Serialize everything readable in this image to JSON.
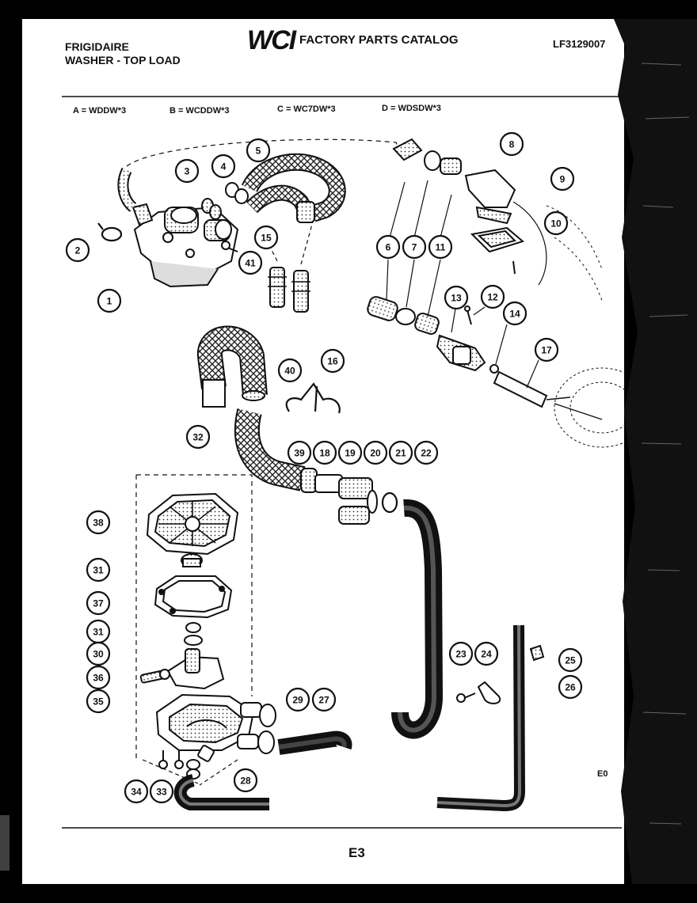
{
  "header": {
    "brand": "FRIGIDAIRE",
    "product": "WASHER - TOP LOAD",
    "logo_text": "WCI",
    "catalog_title": "FACTORY PARTS CATALOG",
    "catalog_number": "LF3129007"
  },
  "models": [
    {
      "label": "A = WDDW*3"
    },
    {
      "label": "B = WCDDW*3"
    },
    {
      "label": "C = WC7DW*3"
    },
    {
      "label": "D = WDSDW*3"
    }
  ],
  "callouts": [
    "1",
    "2",
    "3",
    "4",
    "5",
    "8",
    "9",
    "10",
    "15",
    "41",
    "6",
    "7",
    "11",
    "12",
    "13",
    "14",
    "17",
    "40",
    "16",
    "32",
    "38",
    "39",
    "18",
    "19",
    "20",
    "21",
    "22",
    "31",
    "37",
    "31",
    "30",
    "36",
    "35",
    "29",
    "27",
    "23",
    "24",
    "25",
    "26",
    "28",
    "34",
    "33"
  ],
  "footer": {
    "page_label": "E3",
    "edge_code": "E0"
  },
  "colors": {
    "paper": "#ffffff",
    "ink": "#111111",
    "scan_border": "#000000"
  }
}
